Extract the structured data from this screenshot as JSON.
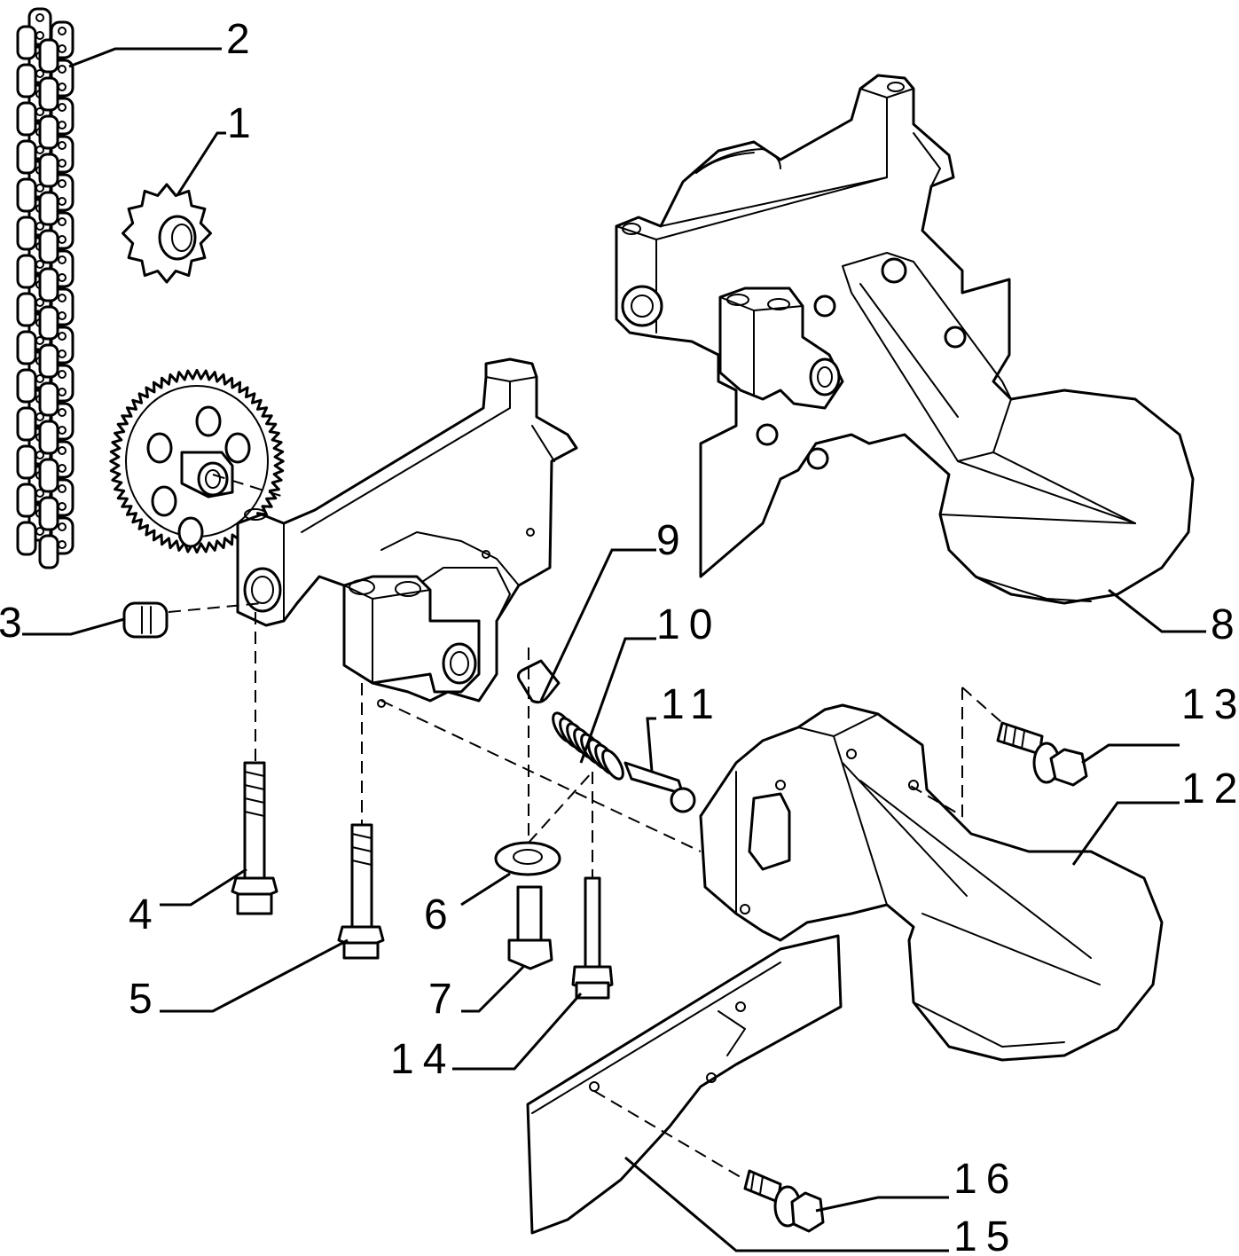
{
  "callouts": {
    "c1": "1",
    "c2": "2",
    "c3": "3",
    "c4": "4",
    "c5": "5",
    "c6": "6",
    "c7": "7",
    "c8": "8",
    "c9": "9",
    "c10": "10",
    "c11": "11",
    "c12": "12",
    "c13": "13",
    "c14": "14",
    "c15": "15",
    "c16": "16"
  },
  "icons": {
    "chain": "timing-chain-icon",
    "sprocket_small": "sprocket-icon",
    "gear_large": "driven-gear-icon",
    "pump_assembled": "oil-pump-assembly-icon",
    "pump_exploded": "oil-pump-body-icon",
    "pickup": "oil-pickup-icon",
    "baffle": "baffle-plate-icon"
  }
}
